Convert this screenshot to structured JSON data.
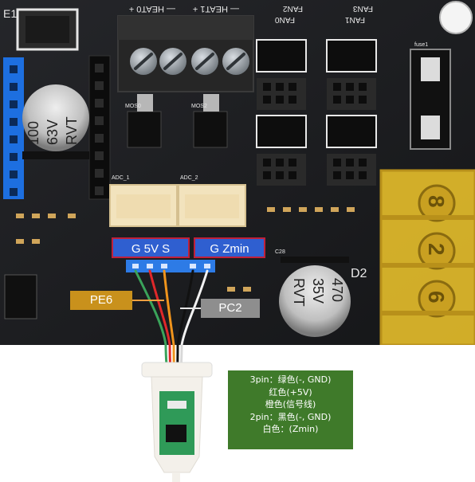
{
  "silkscreen": {
    "heat0": "— HEAT0 +",
    "heat1": "— HEAT1 +",
    "fan0": "FAN0",
    "fan2": "FAN2",
    "fan1": "FAN1",
    "fan3": "FAN3",
    "fuse": "fuse1",
    "cap_left": [
      "100",
      "63V",
      "RVT"
    ],
    "cap_right": [
      "470",
      "35V",
      "RVT"
    ],
    "mos0": "MOS0",
    "mos2": "MOS2",
    "adc1": "ADC_1",
    "adc2": "ADC_2",
    "d2": "D2",
    "c28": "C28",
    "e1": "E1",
    "terminal": [
      "8",
      "2",
      "6"
    ]
  },
  "callouts": {
    "pin3": "G 5V S",
    "pin2": "G Zmin",
    "pe6": "PE6",
    "pc2": "PC2"
  },
  "legend": {
    "lines": [
      "3pin：绿色(-, GND)",
      "红色(+5V)",
      "橙色(信号线)",
      "2pin：黑色(-, GND)",
      "白色：(Zmin)"
    ]
  },
  "wire_colors": {
    "green": "#3aa35a",
    "red": "#e0282a",
    "orange": "#f0941c",
    "black": "#111111",
    "white": "#f2f2f2"
  }
}
